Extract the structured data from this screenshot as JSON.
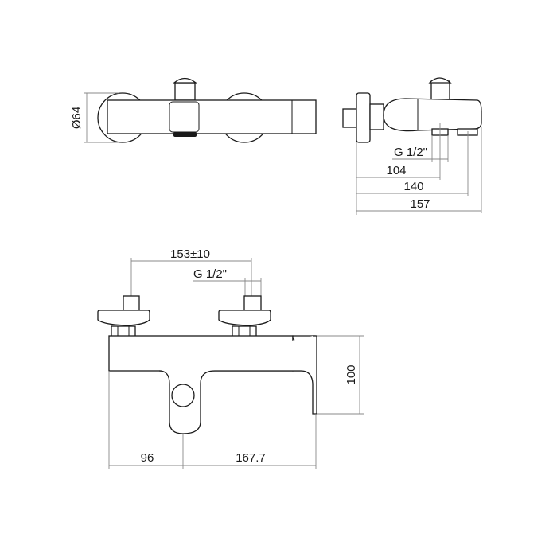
{
  "top_view": {
    "diameter_label": "Ø64"
  },
  "side_view": {
    "thread_label": "G 1/2\"",
    "dim_104": "104",
    "dim_140": "140",
    "dim_157": "157"
  },
  "front_view": {
    "spacing_label": "153±10",
    "thread_label": "G 1/2\"",
    "height_label": "100",
    "dim_96": "96",
    "dim_167": "167.7"
  }
}
